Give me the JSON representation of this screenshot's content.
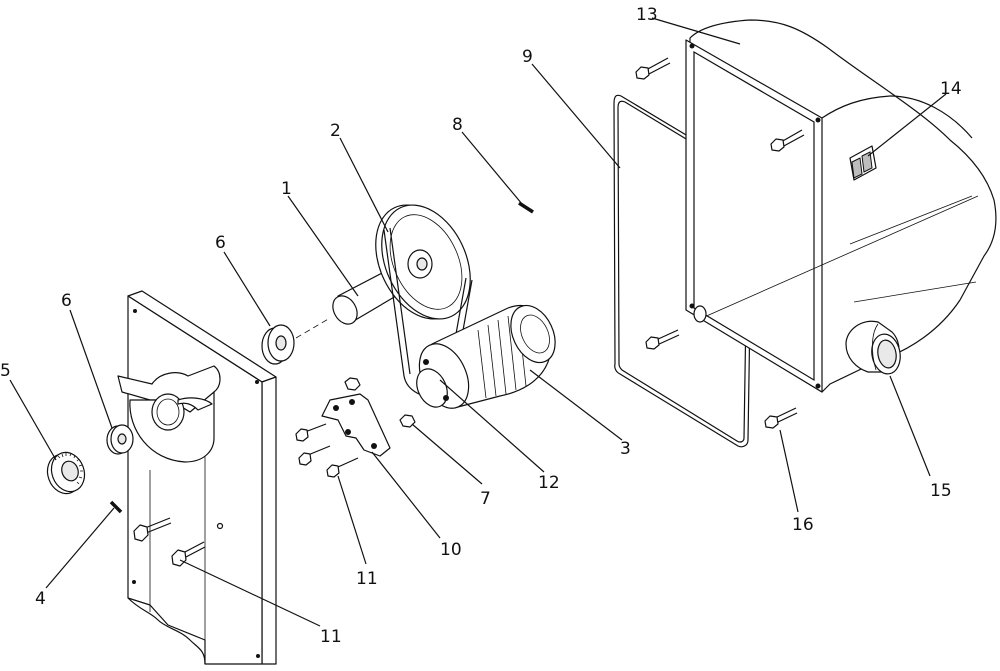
{
  "callouts": {
    "c1": "1",
    "c2": "2",
    "c3": "3",
    "c4": "4",
    "c5": "5",
    "c6a": "6",
    "c6b": "6",
    "c7": "7",
    "c8": "8",
    "c9": "9",
    "c10": "10",
    "c11a": "11",
    "c11b": "11",
    "c12": "12",
    "c13": "13",
    "c14": "14",
    "c15": "15",
    "c16": "16"
  }
}
